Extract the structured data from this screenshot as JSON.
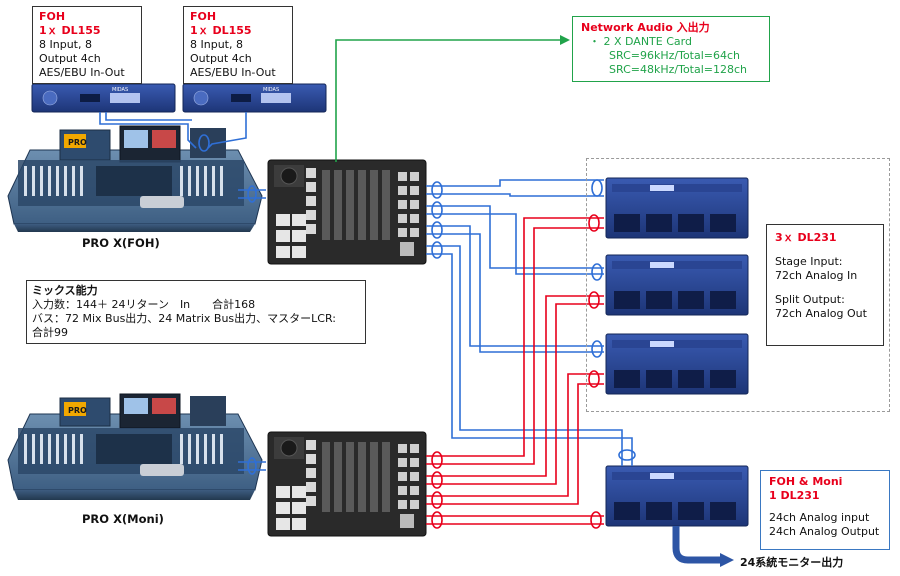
{
  "dl155_a": {
    "title": "FOH",
    "model": "1ｘ DL155",
    "lines": [
      "8 Input, 8",
      "Output 4ch",
      "AES/EBU In-Out"
    ]
  },
  "dl155_b": {
    "title": "FOH",
    "model": "1ｘ DL155",
    "lines": [
      "8 Input, 8",
      "Output 4ch",
      "AES/EBU In-Out"
    ]
  },
  "network": {
    "title": "Network Audio 入出力",
    "bullet": "・ 2 X DANTE Card",
    "lines": [
      "SRC=96kHz/Total=64ch",
      "SRC=48kHz/Total=128ch"
    ]
  },
  "console_foh_label": "PRO X(FOH)",
  "console_moni_label": "PRO X(Moni)",
  "mix": {
    "title": "ミックス能力",
    "lines": [
      "入力数：144＋ 24リターン　In　　合計168",
      "バス：72 Mix Bus出力、24 Matrix Bus出力、マスターLCR:",
      "合計99"
    ]
  },
  "dl231_group": {
    "title": "3ｘ DL231",
    "stage_lines": [
      "Stage Input:",
      "72ch Analog In"
    ],
    "split_lines": [
      "Split Output:",
      "72ch Analog Out"
    ]
  },
  "foh_moni": {
    "title": "FOH & Moni",
    "model": "1 DL231",
    "lines": [
      "24ch Analog input",
      "24ch Analog Output"
    ]
  },
  "monitor_output_label": "24系統モニター出力",
  "colors": {
    "blue_cable": "#2f6fd6",
    "red_cable": "#e8001c",
    "green_cable": "#21a34a",
    "device_blue": "#233f87",
    "chassis": "#2a2a2a",
    "dashed": "#9a9a9a"
  }
}
